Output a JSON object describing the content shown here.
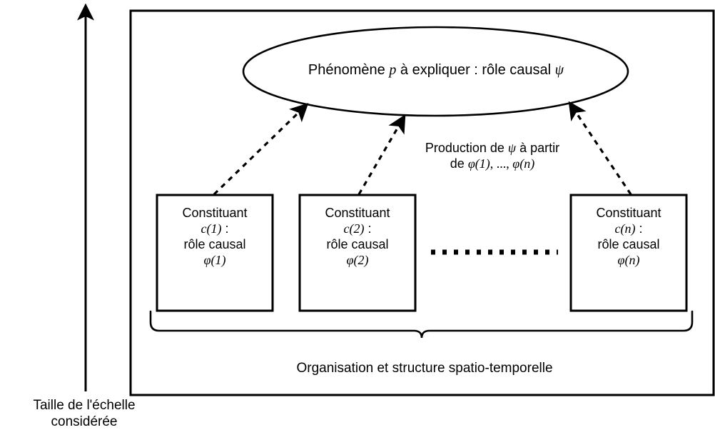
{
  "diagram": {
    "title_phenomenon": {
      "prefix": "Phénomène ",
      "var_p": "p",
      "middle": " à expliquer : rôle causal ",
      "var_psi": "ψ"
    },
    "production_note": {
      "line1_prefix": "Production de ",
      "line1_var": "ψ",
      "line1_suffix": " à partir",
      "line2_prefix": "de ",
      "line2_phi1": "φ(1)",
      "line2_sep": ", ..., ",
      "line2_phin": "φ(n)"
    },
    "constituents": [
      {
        "id": "c1",
        "line1": "Constituant",
        "line2_var": "c(1)",
        "line2_suffix": " :",
        "line3": "rôle causal",
        "line4_var": "φ(1)"
      },
      {
        "id": "c2",
        "line1": "Constituant",
        "line2_var": "c(2)",
        "line2_suffix": " :",
        "line3": "rôle causal",
        "line4_var": "φ(2)"
      },
      {
        "id": "cn",
        "line1": "Constituant",
        "line2_var": "c(n)",
        "line2_suffix": " :",
        "line3": "rôle causal",
        "line4_var": "φ(n)"
      }
    ],
    "ellipsis_between_boxes": ". . . . . . . . . . . .",
    "brace_caption": "Organisation et structure spatio-temporelle",
    "axis_caption_line1": "Taille de l'échelle",
    "axis_caption_line2": "considérée",
    "colors": {
      "stroke": "#000000",
      "background": "#ffffff"
    }
  }
}
